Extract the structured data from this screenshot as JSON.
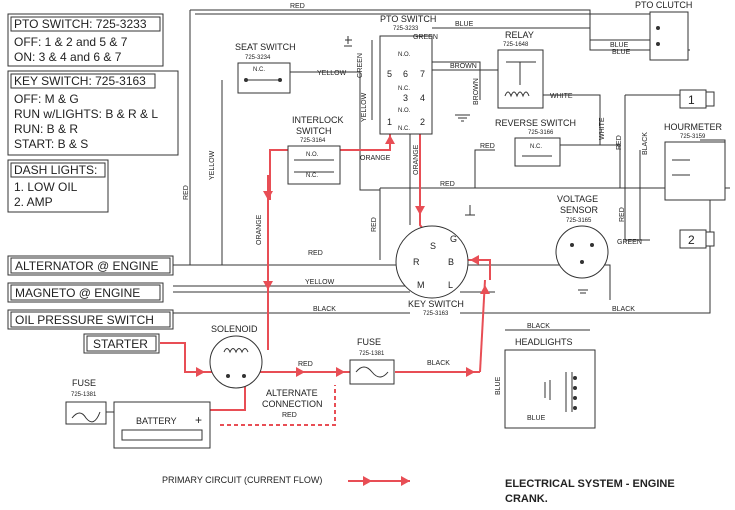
{
  "info_boxes": {
    "pto": {
      "title": "PTO SWITCH: 725-3233",
      "lines": [
        "OFF: 1 & 2 and 5 & 7",
        "ON:  3 & 4 and 6 & 7"
      ]
    },
    "key": {
      "title": "KEY SWITCH: 725-3163",
      "lines": [
        "OFF: M & G",
        "RUN w/LIGHTS: B & R & L",
        "RUN: B & R",
        "START: B & S"
      ]
    },
    "dash": {
      "title": "DASH LIGHTS:",
      "lines": [
        "1. LOW OIL",
        "2. AMP"
      ]
    }
  },
  "engine_boxes": [
    "ALTERNATOR @ ENGINE",
    "MAGNETO @ ENGINE",
    "OIL PRESSURE SWITCH",
    "STARTER"
  ],
  "components": {
    "seat_switch": {
      "name": "SEAT SWITCH",
      "part": "725-3234",
      "contact": "N.C."
    },
    "interlock": {
      "name1": "INTERLOCK",
      "name2": "SWITCH",
      "part": "725-3164",
      "no": "N.O.",
      "nc": "N.C."
    },
    "pto_switch": {
      "name": "PTO SWITCH",
      "part": "725-3233",
      "no": "N.O.",
      "nc": "N.C."
    },
    "relay": {
      "name": "RELAY",
      "part": "725-1648"
    },
    "reverse": {
      "name": "REVERSE SWITCH",
      "part": "725-3166",
      "contact": "N.C."
    },
    "pto_clutch": {
      "name": "PTO CLUTCH"
    },
    "hourmeter": {
      "name": "HOURMETER",
      "part": "725-3159"
    },
    "voltage_sensor": {
      "name1": "VOLTAGE",
      "name2": "SENSOR",
      "part": "725-3165"
    },
    "key_switch": {
      "name": "KEY SWITCH",
      "part": "725-3163"
    },
    "solenoid": {
      "name": "SOLENOID"
    },
    "fuse_main": {
      "name": "FUSE",
      "part": "725-1381"
    },
    "fuse_left": {
      "name": "FUSE",
      "part": "725-1381"
    },
    "battery": {
      "name": "BATTERY",
      "plus": "+"
    },
    "headlights": {
      "name": "HEADLIGHTS"
    },
    "alternate": {
      "line1": "ALTERNATE",
      "line2": "CONNECTION",
      "wire": "RED"
    }
  },
  "terminals": {
    "pto": [
      "5",
      "6",
      "7",
      "3",
      "4",
      "1",
      "2"
    ],
    "key": [
      "S",
      "G",
      "R",
      "B",
      "M",
      "L"
    ],
    "lights": [
      "1",
      "2"
    ]
  },
  "wire_labels": {
    "red": "RED",
    "blue": "BLUE",
    "green": "GREEN",
    "yellow": "YELLOW",
    "orange": "ORANGE",
    "brown": "BROWN",
    "white": "WHITE",
    "black": "BLACK"
  },
  "legend": {
    "text": "PRIMARY CIRCUIT (CURRENT FLOW)"
  },
  "title": {
    "line1": "ELECTRICAL SYSTEM - ENGINE",
    "line2": "CRANK."
  },
  "colors": {
    "primary_circuit": "#e84e55",
    "wire": "#333333"
  }
}
